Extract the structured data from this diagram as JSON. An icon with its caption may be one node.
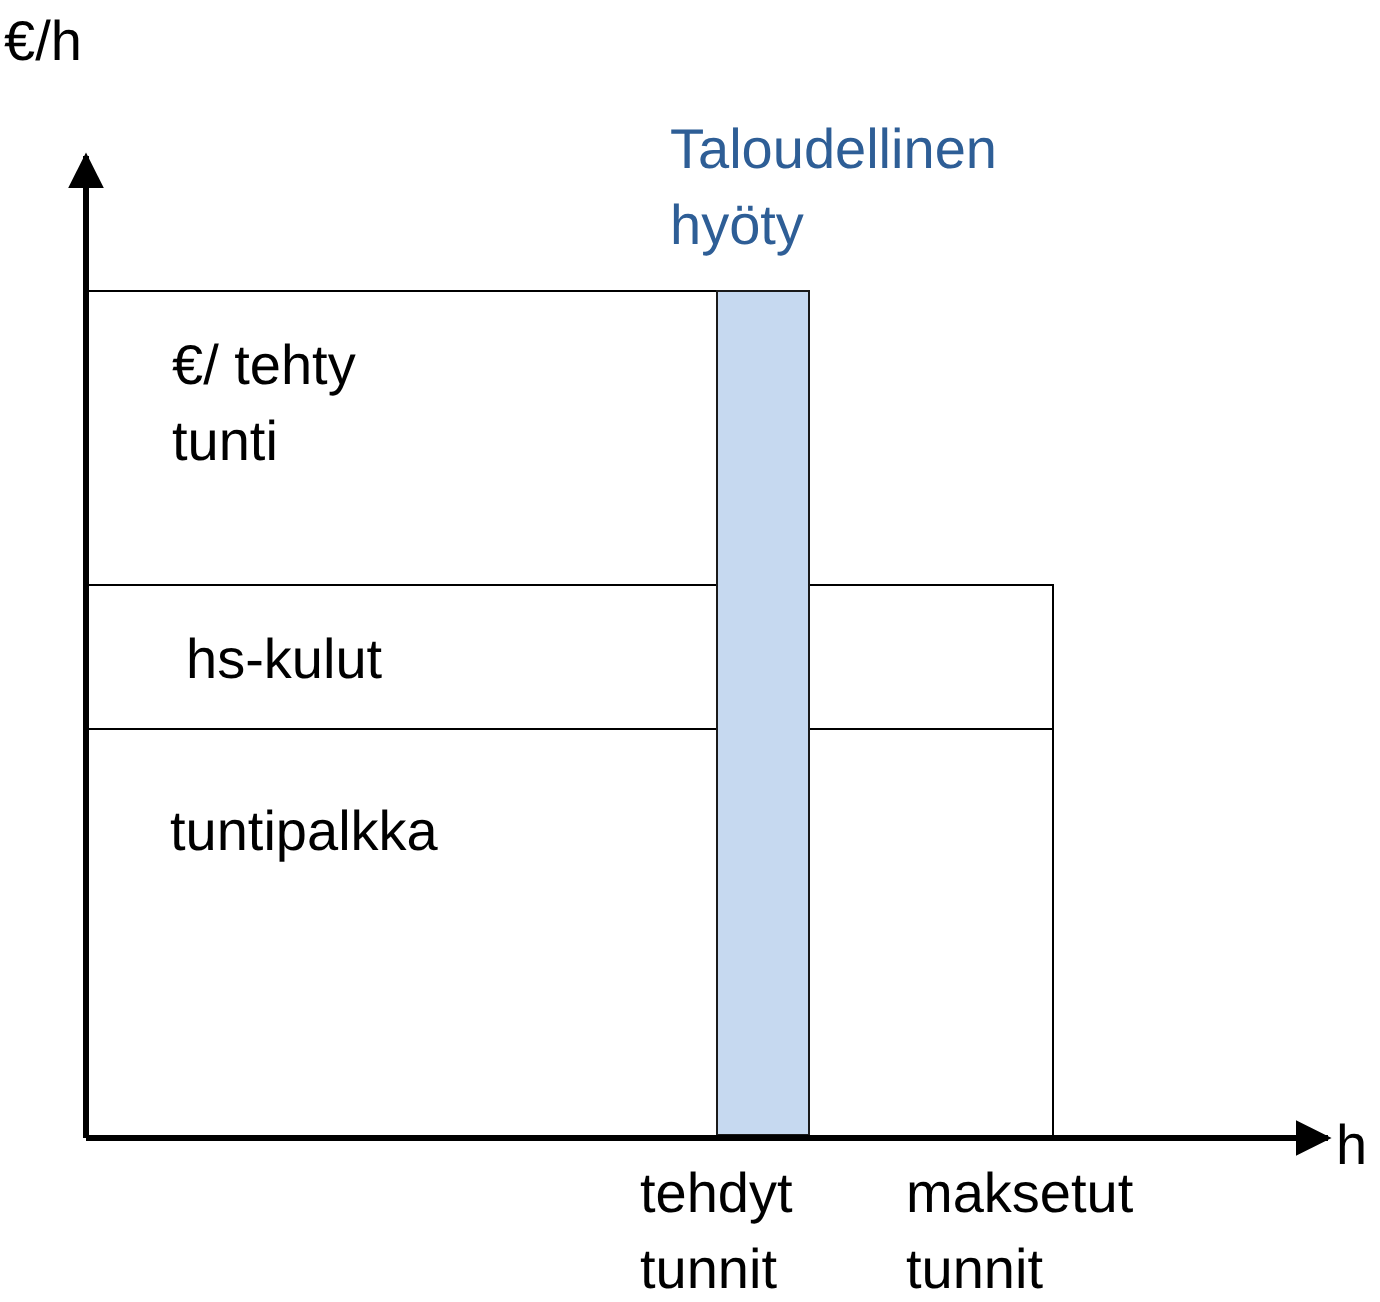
{
  "diagram": {
    "nodes": [
      {
        "text": [
          "€/ tehty tunti"
        ]
      },
      {
        "text": [
          "hs-kulut"
        ]
      },
      {
        "text": [
          "tuntipalkka"
        ]
      },
      {
        "text": [
          "Taloudellinen hyöty"
        ]
      }
    ],
    "labels": [
      "€/h",
      "h",
      "tehdyt tunnit",
      "maksetut tunnit"
    ]
  }
}
